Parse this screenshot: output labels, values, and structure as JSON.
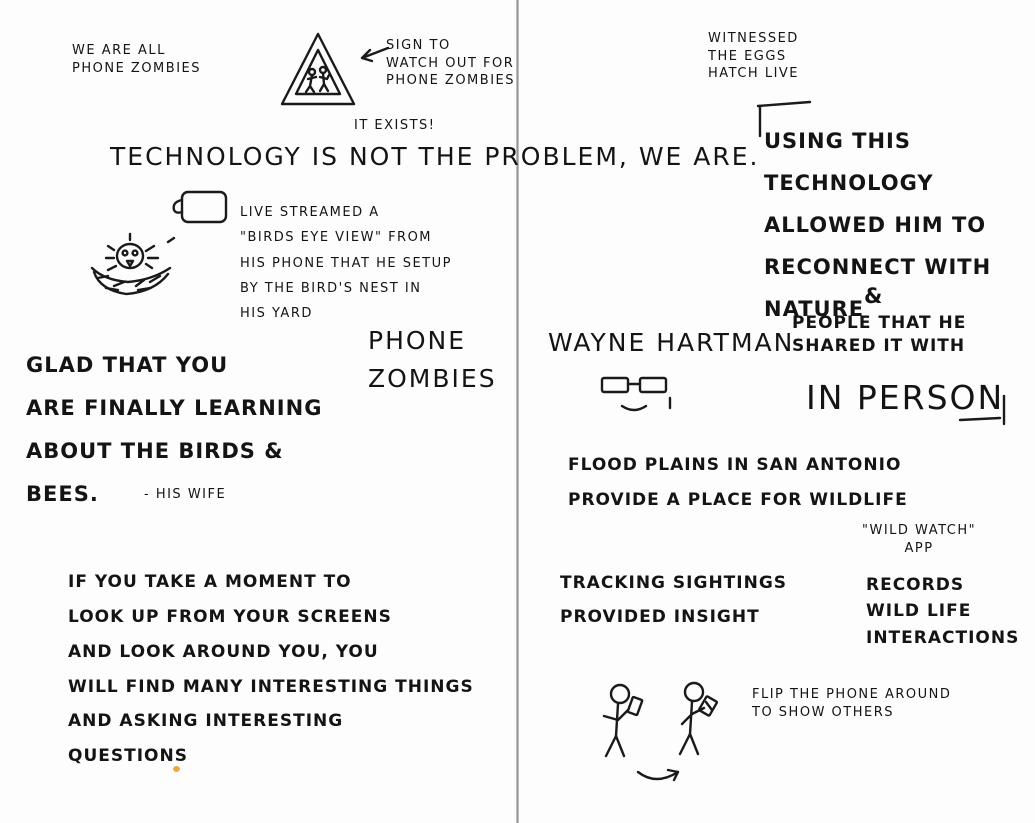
{
  "left_page": {
    "zombies_note": "We Are All\nPhone Zombies",
    "sign_note": "Sign to\nwatch out for\nPhone Zombies",
    "exists_note": "It exists!",
    "headline": "Technology is not the Problem, we are.",
    "livestream_note": "Live streamed a\n\"Birds eye view\" from\nhis phone that he setup\nby the bird's nest in\nhis yard",
    "phone_zombies": "Phone\nZombies",
    "wife_quote": "Glad that you\nare finally learning\nabout the birds &\nbees.",
    "wife_attribution": "- His wife",
    "screens_note": "If you take a moment to\nlook up from your screens\nand look around you, you\nwill find many interesting things\nand asking interesting\nquestions"
  },
  "right_page": {
    "eggs_note": "Witnessed\nthe eggs\nhatch live",
    "technology_note": "Using this technology\nallowed him to\nreconnect with Nature",
    "ampersand": "&",
    "people_note": "People that he\nshared it with",
    "in_person": "In Person",
    "speaker_name": "Wayne Hartman",
    "flood_note": "Flood Plains in San Antonio\nprovide a place for wildlife",
    "wild_watch_app": "\"Wild Watch\"\napp",
    "app_records": "Records\nwild life\ninteractions",
    "tracking_note": "Tracking sightings\nprovided insight",
    "flip_note": "Flip the phone around\nto show others"
  },
  "icons": {
    "warning_sign": "warning-sign-icon",
    "phone": "phone-icon",
    "bird_nest": "bird-nest-icon",
    "glasses_face": "glasses-face-icon",
    "stick_figures": "stick-figures-phone-icon"
  }
}
